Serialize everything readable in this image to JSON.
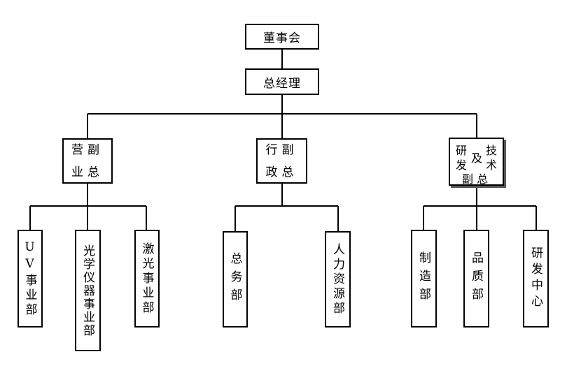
{
  "org": {
    "board": "董事会",
    "gm": "总经理",
    "sales_vp": {
      "line1": "营副",
      "line2": "业总"
    },
    "admin_vp": {
      "line1": "行副",
      "line2": "政总"
    },
    "rd_vp": {
      "left1": "研",
      "left2": "发",
      "mid": "及",
      "right1": "技",
      "right2": "术",
      "bottom": "副 总"
    },
    "depts": {
      "uv": "UV事业部",
      "optical": "光学仪器事业部",
      "laser": "激光事业部",
      "general_affairs": "总务部",
      "hr": "人力资源部",
      "manufacturing": "制造部",
      "quality": "品质部",
      "rd_center": "研发中心"
    }
  }
}
